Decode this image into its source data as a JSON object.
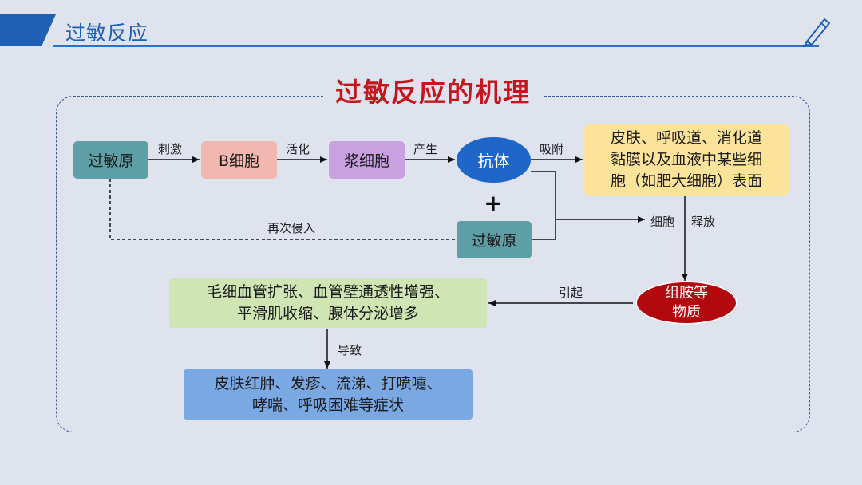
{
  "header": {
    "title": "过敏反应"
  },
  "diagram": {
    "title": "过敏反应的机理",
    "nodes": {
      "allergen": "过敏原",
      "b_cell": "B细胞",
      "plasma_cell": "浆细胞",
      "antibody": "抗体",
      "allergen_again": "过敏原",
      "plus": "+",
      "surface_line1": "皮肤、呼吸道、消化道",
      "surface_line2": "黏膜以及血液中某些细",
      "surface_line3": "胞（如肥大细胞）表面",
      "histamine_line1": "组胺等",
      "histamine_line2": "物质",
      "effects_line1": "毛细血管扩张、血管壁通透性增强、",
      "effects_line2": "平滑肌收缩、腺体分泌增多",
      "symptoms_line1": "皮肤红肿、发疹、流涕、打喷嚏、",
      "symptoms_line2": "哮喘、呼吸困难等症状"
    },
    "edges": {
      "stimulate": "刺激",
      "activate": "活化",
      "produce": "产生",
      "adsorb": "吸附",
      "reenter": "再次侵入",
      "cell": "细胞",
      "release": "释放",
      "cause": "引起",
      "lead_to": "导致"
    }
  },
  "colors": {
    "header_accent": "#1f5fb4",
    "title_red": "#c4161c",
    "antibody_blue": "#1e66c8",
    "histamine_red": "#b2090f"
  },
  "icons": [
    "pen-icon"
  ]
}
